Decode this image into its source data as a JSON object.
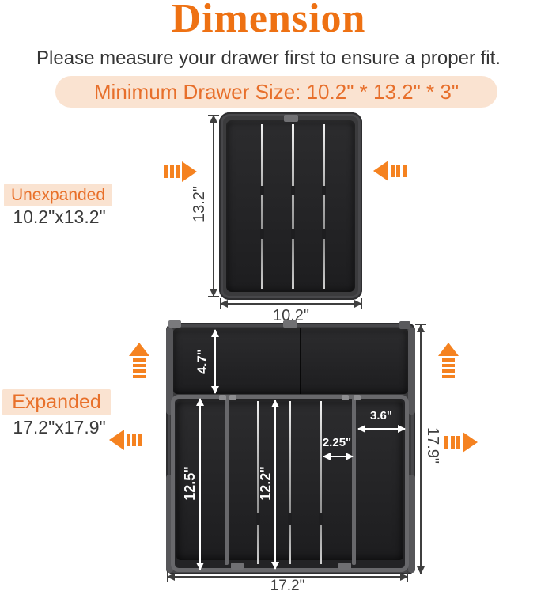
{
  "header": {
    "title": "Dimension",
    "subtitle": "Please measure your drawer first to ensure a proper fit.",
    "min_drawer_size": "Minimum Drawer Size: 10.2\" * 13.2\" * 3\""
  },
  "unexpanded": {
    "label": "Unexpanded",
    "size": "10.2\"x13.2\"",
    "height_dim": "13.2\"",
    "width_dim": "10.2\""
  },
  "expanded": {
    "label": "Expanded",
    "size": "17.2\"x17.9\"",
    "top_compartment_depth": "4.7\"",
    "left_compartment_length": "12.5\"",
    "middle_compartment_length": "12.2\"",
    "small_slot_width": "2.25\"",
    "side_slot_width": "3.6\"",
    "total_width": "17.2\"",
    "total_depth": "17.9\""
  },
  "icons": {
    "expand_arrow_right": "►",
    "expand_arrow_left": "◄",
    "expand_arrow_up": "▲"
  },
  "colors": {
    "accent_orange": "#ee7113",
    "arrow_orange": "#f58220",
    "peach_bg": "#fae3d1",
    "dark_text": "#3a3a3a",
    "dim_line": "#3f3f3f",
    "tray_frame": "#3b3b3d",
    "tray_interior": "#28282a",
    "divider_light": "#c3c3c5",
    "rim_gray": "#68686b"
  }
}
